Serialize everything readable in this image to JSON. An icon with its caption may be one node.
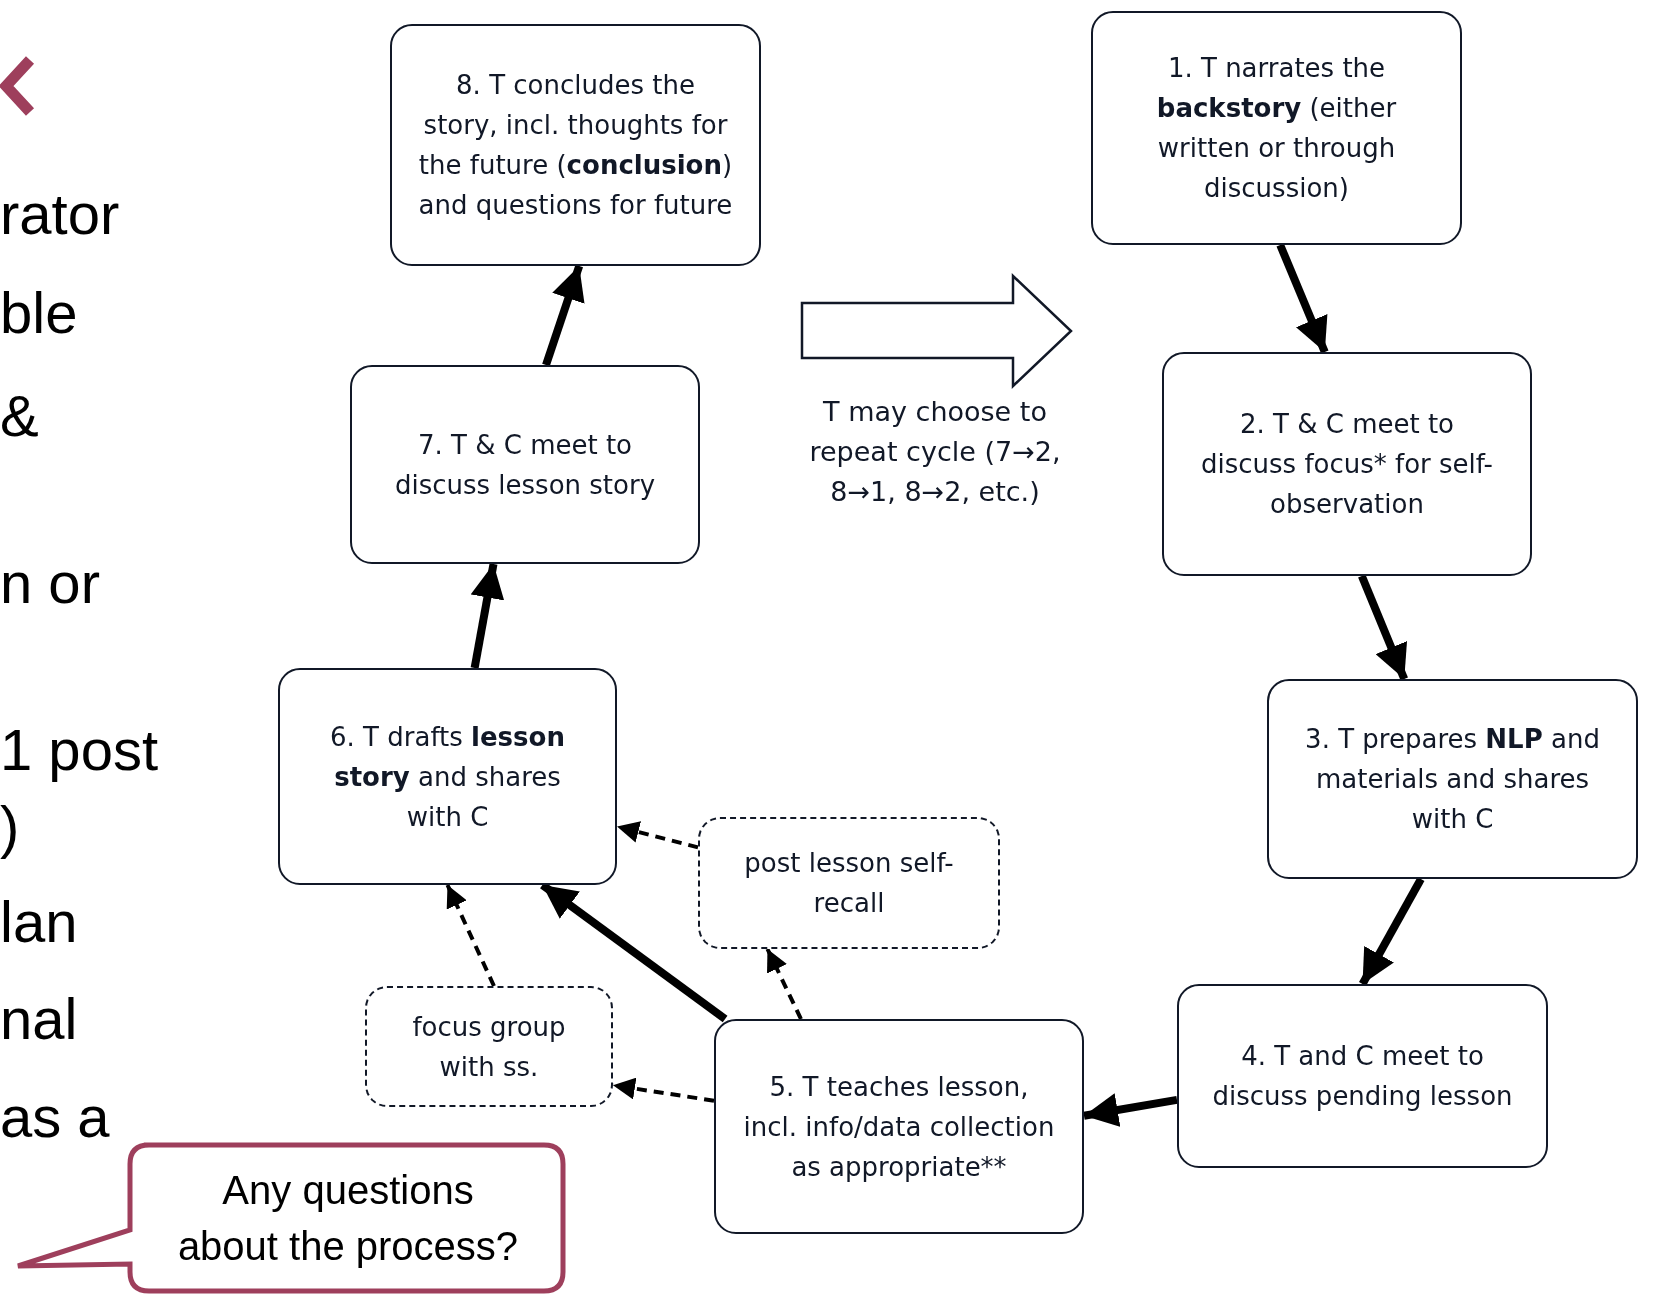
{
  "diagram": {
    "nodes": [
      {
        "text": [
          "8. T concludes the story, incl. thoughts for the future (**conclusion**) and questions for future"
        ]
      },
      {
        "text": [
          "1. T narrates the **backstory** (either written or through discussion)"
        ]
      },
      {
        "text": [
          "7. T & C meet to discuss lesson story"
        ]
      },
      {
        "text": [
          "2. T & C meet to discuss focus* for self-observation"
        ]
      },
      {
        "text": [
          "6. T drafts **lesson story** and shares with C"
        ]
      },
      {
        "text": [
          "3. T prepares **NLP** and materials and shares with C"
        ]
      },
      {
        "text": [
          "post lesson self-recall"
        ]
      },
      {
        "text": [
          "focus group with ss."
        ]
      },
      {
        "text": [
          "5. T teaches lesson, incl. info/data collection as appropriate**"
        ]
      },
      {
        "text": [
          "4. T and C meet to discuss pending lesson"
        ]
      },
      {
        "text": [
          "Any questions about the process?"
        ]
      }
    ],
    "edges": [
      {
        "from": 1,
        "to": 3,
        "arrow": "to"
      },
      {
        "from": 3,
        "to": 5,
        "arrow": "to"
      },
      {
        "from": 5,
        "to": 9,
        "arrow": "to"
      },
      {
        "from": 9,
        "to": 8,
        "arrow": "to"
      },
      {
        "from": 8,
        "to": 4,
        "arrow": "to"
      },
      {
        "from": 4,
        "to": 2,
        "arrow": "to"
      },
      {
        "from": 2,
        "to": 0,
        "arrow": "to"
      },
      {
        "from": 8,
        "to": 6,
        "arrow": "to",
        "style": "dashed"
      },
      {
        "from": 6,
        "to": 4,
        "arrow": "to",
        "style": "dashed"
      },
      {
        "from": 8,
        "to": 7,
        "arrow": "to",
        "style": "dashed"
      },
      {
        "from": 7,
        "to": 4,
        "arrow": "to",
        "style": "dashed"
      }
    ],
    "labels": [
      "rator",
      "ble",
      "&",
      "n or",
      "1 post",
      ")",
      "lan",
      "nal",
      "as a",
      "T may choose to repeat cycle (7→2, 8→1, 8→2, etc.)"
    ]
  }
}
